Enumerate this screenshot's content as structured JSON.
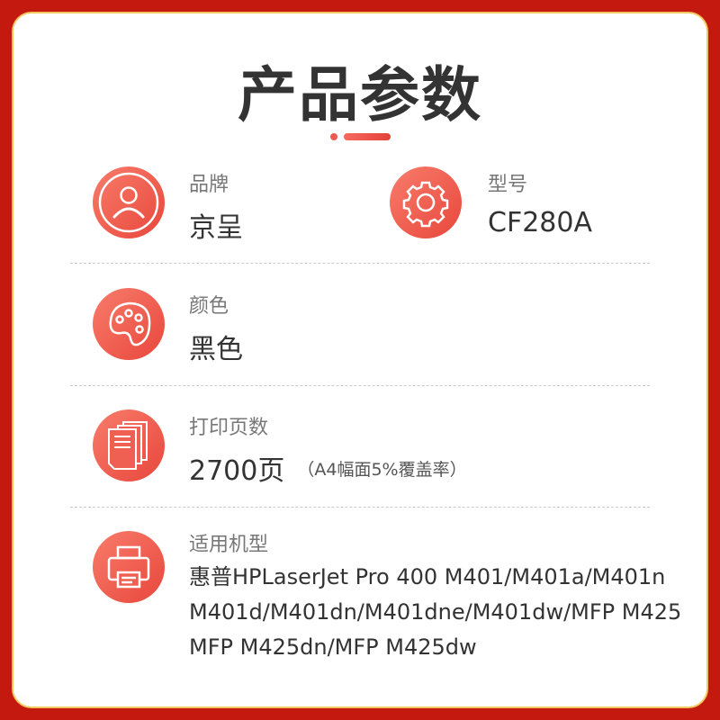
{
  "title": "产品参数",
  "brand": {
    "label": "品牌",
    "value": "京呈",
    "icon": "user-icon"
  },
  "model": {
    "label": "型号",
    "value": "CF280A",
    "icon": "gear-icon"
  },
  "color": {
    "label": "颜色",
    "value": "黑色",
    "icon": "palette-icon"
  },
  "pages": {
    "label": "打印页数",
    "value": "2700页",
    "note": "（A4幅面5%覆盖率）",
    "icon": "documents-icon"
  },
  "compatible": {
    "label": "适用机型",
    "lines": [
      "惠普HPLaserJet Pro 400 M401/M401a/M401n",
      "M401d/M401dn/M401dne/M401dw/MFP M425",
      "MFP M425dn/MFP M425dw"
    ],
    "icon": "printer-icon"
  },
  "colors": {
    "background": "#c4190f",
    "accent": "#ee5a52"
  }
}
